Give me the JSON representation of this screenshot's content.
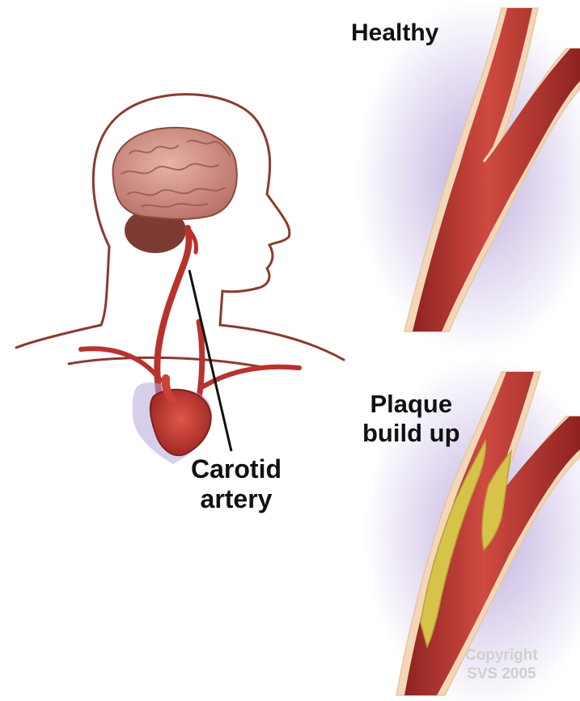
{
  "labels": {
    "healthy": "Healthy",
    "plaque_line1": "Plaque",
    "plaque_line2": "build up",
    "carotid_line1": "Carotid",
    "carotid_line2": "artery",
    "copyright_line1": "Copyright",
    "copyright_line2": "SVS 2005"
  },
  "colors": {
    "artery_red": "#b8322e",
    "artery_wall": "#f3d7b8",
    "plaque_yellow": "#d8c34a",
    "glow_lavender": "#b9a6dc",
    "outline_brown": "#8a3b2e",
    "brain_pink": "#d99a8e"
  }
}
